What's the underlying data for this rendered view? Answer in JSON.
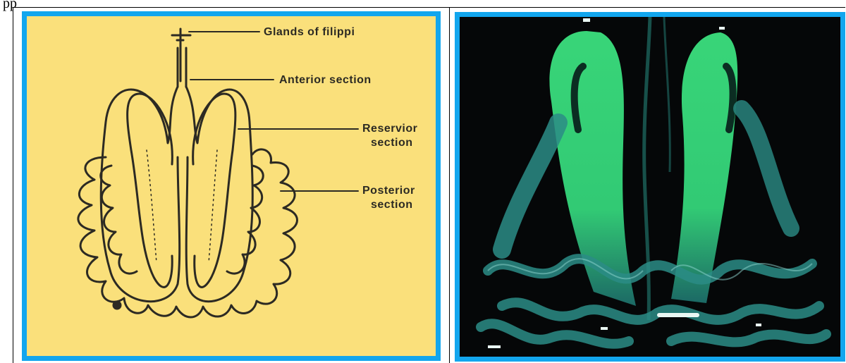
{
  "page": {
    "top_text": "pp"
  },
  "diagram": {
    "labels": {
      "glands": "Glands of filippi",
      "anterior": "Anterior section",
      "reservoir_1": "Reservior",
      "reservoir_2": "section",
      "posterior_1": "Posterior",
      "posterior_2": "section"
    },
    "colors": {
      "background": "#fae07b",
      "ink": "#2c2a23",
      "frame": "#12a6ee"
    }
  },
  "photo": {
    "colors": {
      "background": "#050708",
      "gland": "#3be07e",
      "tubule": "#2b8c86",
      "frame": "#12a6ee"
    }
  }
}
